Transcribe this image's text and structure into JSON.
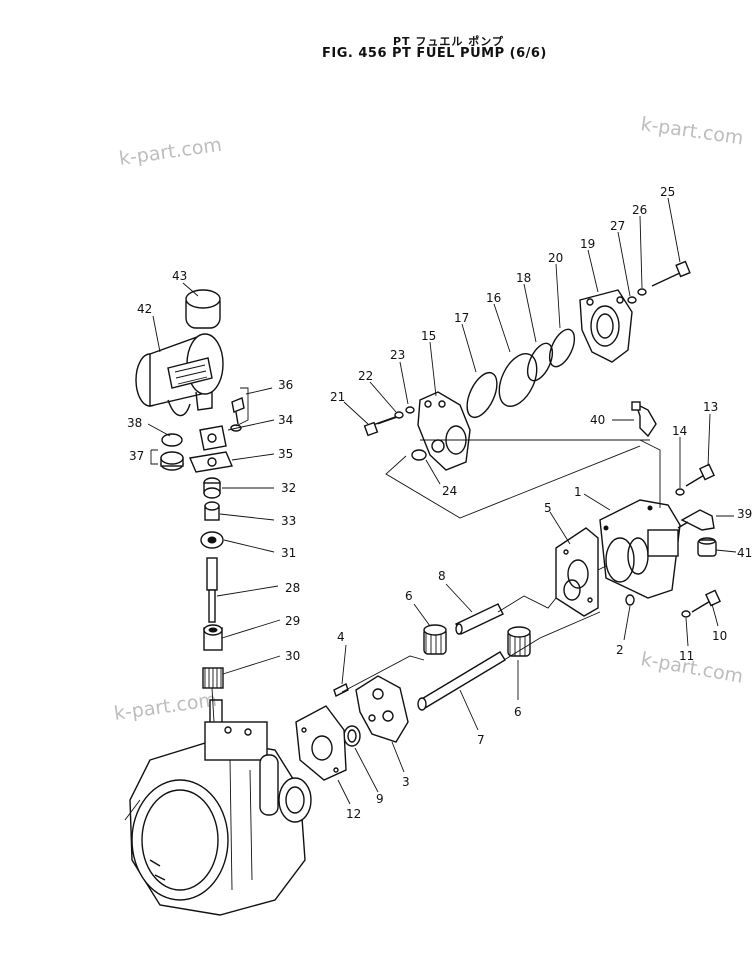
{
  "title": {
    "subtitle_jp": "PT フュエル ポンプ",
    "main": "FIG. 456 PT FUEL PUMP (6/6)"
  },
  "watermarks": [
    "k-part.com",
    "k-part.com",
    "k-part.com",
    "k-part.com"
  ],
  "callouts": {
    "c1": "1",
    "c2": "2",
    "c3": "3",
    "c4": "4",
    "c5": "5",
    "c6a": "6",
    "c6b": "6",
    "c7": "7",
    "c8": "8",
    "c9": "9",
    "c10": "10",
    "c11": "11",
    "c12": "12",
    "c13": "13",
    "c14": "14",
    "c15": "15",
    "c16": "16",
    "c17": "17",
    "c18": "18",
    "c19": "19",
    "c20": "20",
    "c21": "21",
    "c22": "22",
    "c23": "23",
    "c24": "24",
    "c25": "25",
    "c26": "26",
    "c27": "27",
    "c28": "28",
    "c29": "29",
    "c30": "30",
    "c31": "31",
    "c32": "32",
    "c33": "33",
    "c34": "34",
    "c35": "35",
    "c36": "36",
    "c37": "37",
    "c38": "38",
    "c39": "39",
    "c40": "40",
    "c41": "41",
    "c42": "42",
    "c43": "43"
  }
}
